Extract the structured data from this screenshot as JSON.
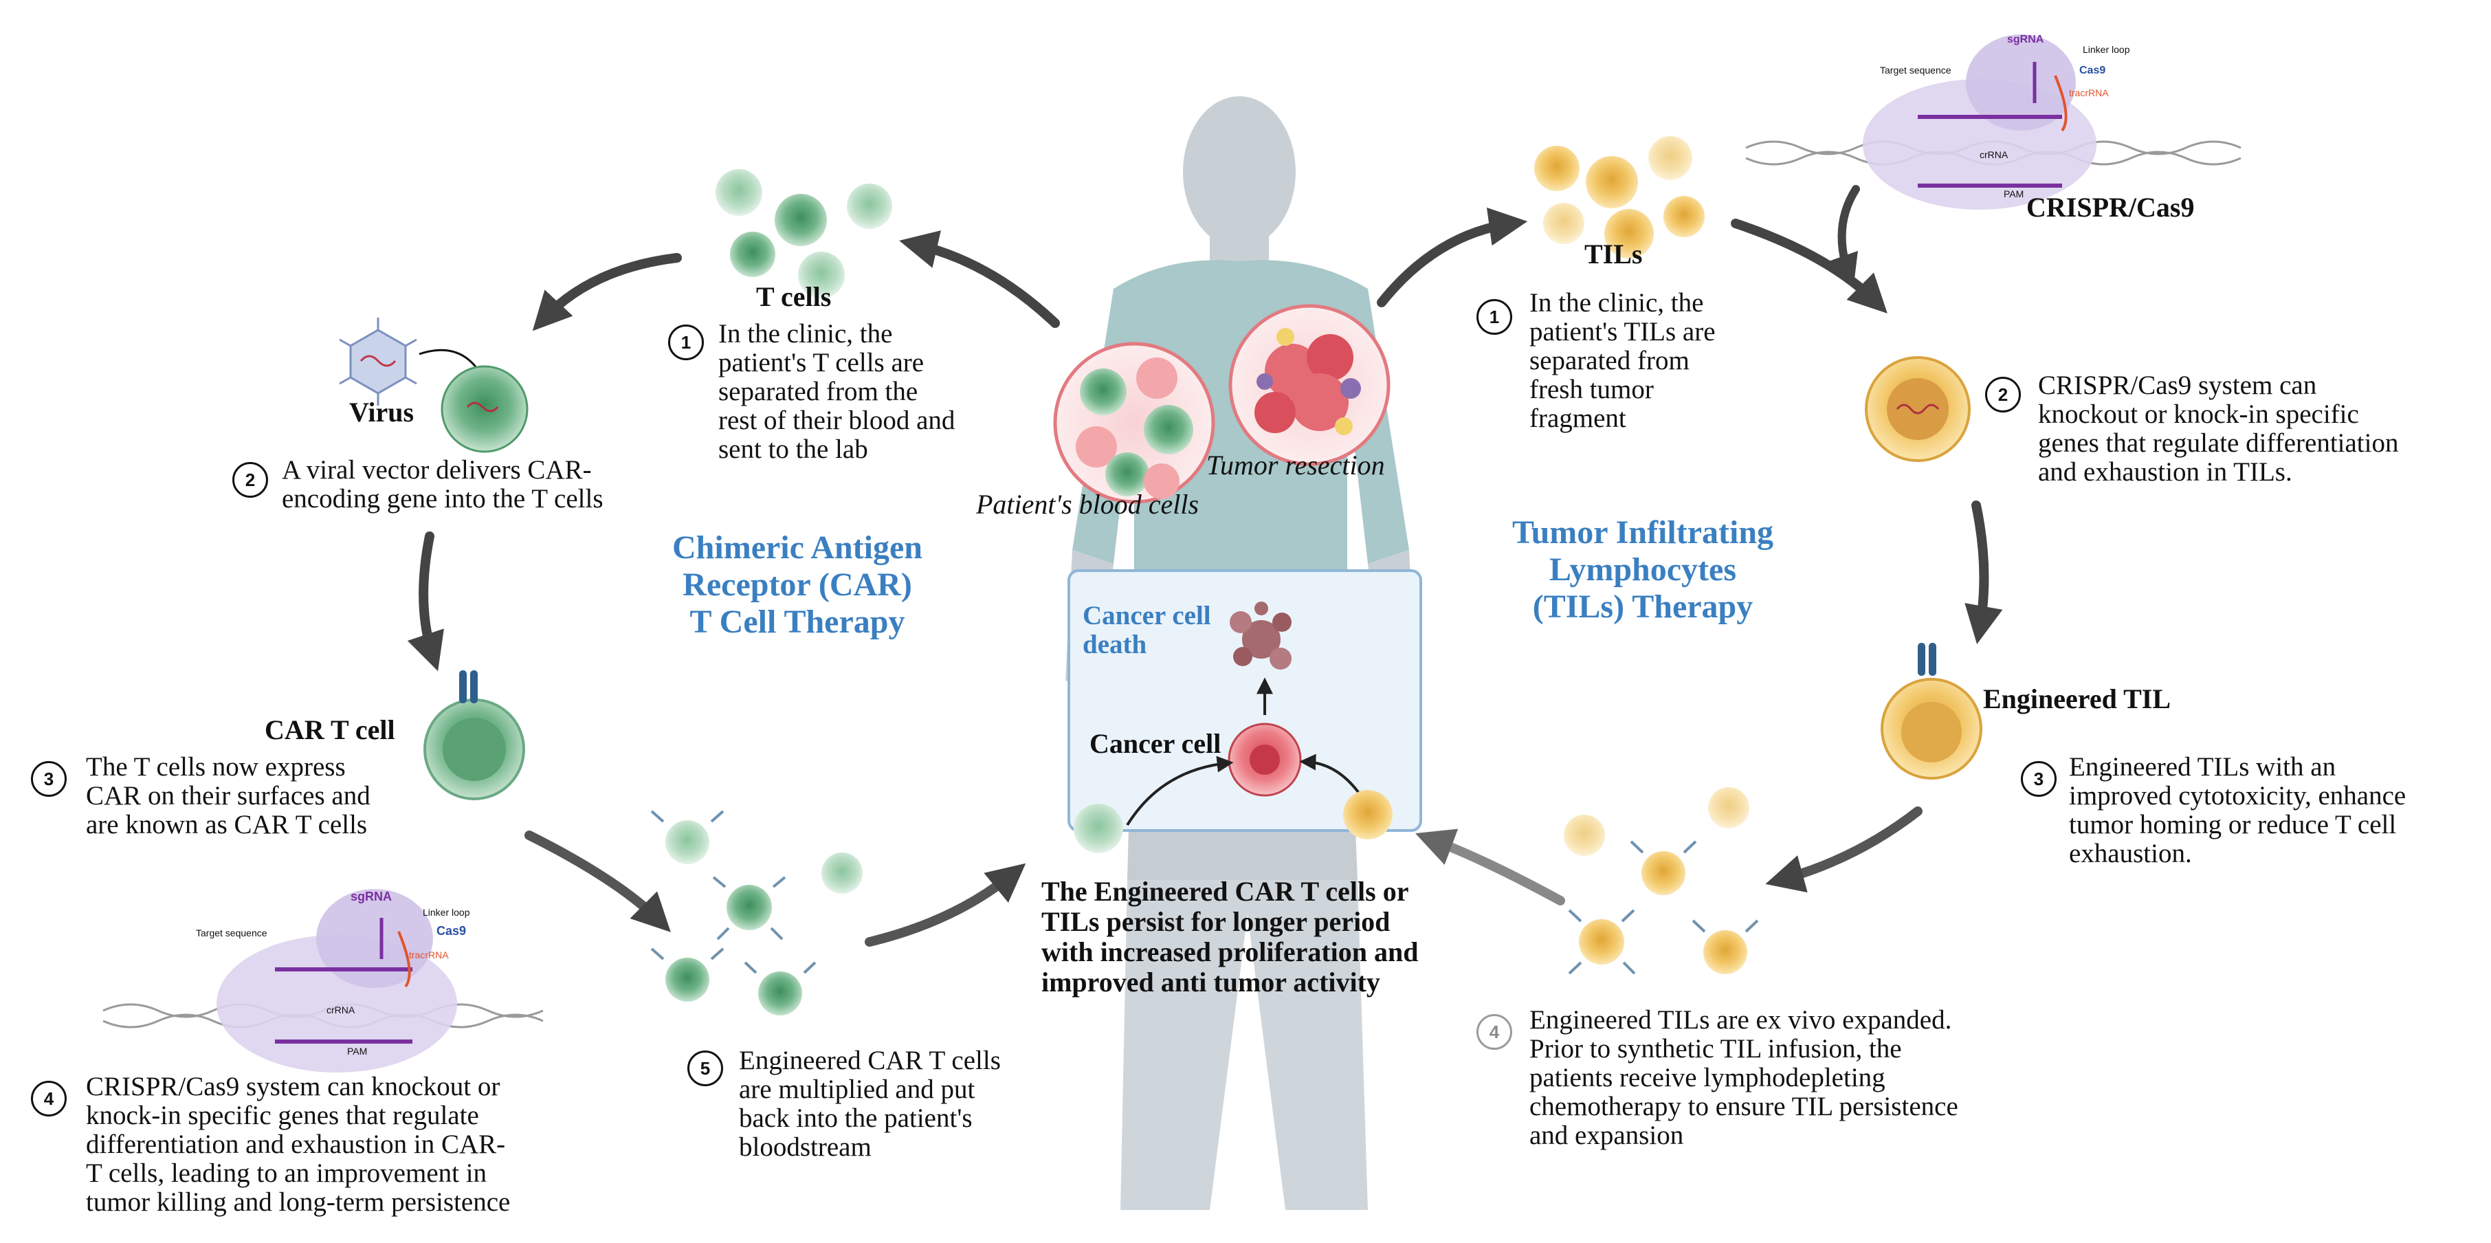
{
  "colors": {
    "accent_blue": "#3a7fc1",
    "tcell_green": "#5fa577",
    "til_yellow": "#e8b84a",
    "cancer_red": "#e05c66",
    "silhouette": "#c7cfd4",
    "shirt": "#a6c6c8",
    "arrow_grey": "#4a4a4a"
  },
  "left": {
    "therapy_title": "Chimeric Antigen Receptor (CAR) T Cell Therapy",
    "therapy_title_lines": [
      "Chimeric Antigen",
      "Receptor (CAR)",
      "T Cell Therapy"
    ],
    "tcells_label": "T cells",
    "virus_label": "Virus",
    "cart_label": "CAR T cell",
    "steps": [
      {
        "num": "1",
        "lines": [
          "In the clinic, the",
          "patient's T cells are",
          "separated from the",
          "rest of their blood and",
          "sent to the lab"
        ]
      },
      {
        "num": "2",
        "lines": [
          "A viral vector delivers CAR-",
          "encoding gene into the T cells"
        ]
      },
      {
        "num": "3",
        "lines": [
          "The T cells now express",
          "CAR on their surfaces and",
          "are known as CAR T cells"
        ]
      },
      {
        "num": "4",
        "lines": [
          "CRISPR/Cas9 system can knockout or",
          "knock-in specific genes that regulate",
          "differentiation and exhaustion in CAR-",
          "T cells, leading to an improvement in",
          "tumor killing and long-term persistence"
        ]
      },
      {
        "num": "5",
        "lines": [
          "Engineered CAR T cells",
          "are multiplied and put",
          "back into the patient's",
          "bloodstream"
        ]
      }
    ]
  },
  "right": {
    "therapy_title": "Tumor Infiltrating Lymphocytes (TILs) Therapy",
    "therapy_title_lines": [
      "Tumor Infiltrating",
      "Lymphocytes",
      "(TILs) Therapy"
    ],
    "tils_label": "TILs",
    "crispr_label": "CRISPR/Cas9",
    "engineered_label": "Engineered TIL",
    "steps": [
      {
        "num": "1",
        "lines": [
          "In the clinic, the",
          "patient's TILs are",
          "separated from",
          "fresh tumor",
          "fragment"
        ]
      },
      {
        "num": "2",
        "lines": [
          "CRISPR/Cas9 system can",
          "knockout or knock-in specific",
          "genes that regulate differentiation",
          "and exhaustion in TILs."
        ]
      },
      {
        "num": "3",
        "lines": [
          " Engineered TILs with  an",
          "improved cytotoxicity, enhance",
          "tumor homing or reduce T cell",
          "exhaustion."
        ]
      },
      {
        "num": "4",
        "lines": [
          "Engineered TILs are ex vivo expanded.",
          "Prior to synthetic TIL infusion, the",
          "patients receive lymphodepleting",
          "chemotherapy to ensure TIL persistence",
          "and expansion"
        ]
      }
    ]
  },
  "center": {
    "blood_label": "Patient's blood cells",
    "tumor_label": "Tumor resection",
    "cancer_death_lines": [
      "Cancer cell",
      "death"
    ],
    "cancer_cell_label": "Cancer cell",
    "summary_lines": [
      "The Engineered CAR T cells or",
      "TILs persist for longer period",
      "with increased proliferation and",
      "improved anti tumor activity"
    ]
  },
  "crispr_diagram": {
    "sgrna": "sgRNA",
    "linker": "Linker loop",
    "cas9": "Cas9",
    "tracrrna": "tracrRNA",
    "target": "Target sequence",
    "crrna": "crRNA",
    "pam": "PAM"
  }
}
